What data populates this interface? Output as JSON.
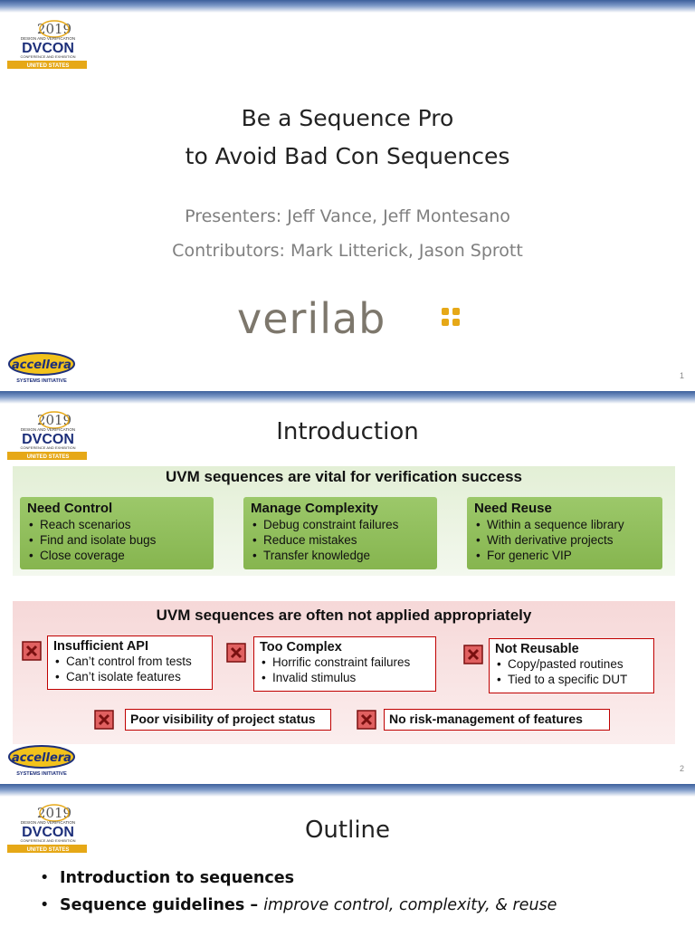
{
  "logos": {
    "dvcon": {
      "year": "2019",
      "line1": "DESIGN AND VERIFICATION",
      "brand": "DVCON",
      "line2": "CONFERENCE AND EXHIBITION",
      "region": "UNITED STATES"
    },
    "accellera": {
      "brand": "accellera",
      "tagline": "SYSTEMS INITIATIVE"
    },
    "verilab": {
      "brand": "verilab"
    }
  },
  "slide1": {
    "title_line1": "Be a Sequence Pro",
    "title_line2": "to Avoid Bad Con Sequences",
    "presenters": "Presenters: Jeff Vance, Jeff Montesano",
    "contributors": "Contributors: Mark Litterick, Jason Sprott",
    "page": "1"
  },
  "slide2": {
    "title": "Introduction",
    "good_heading": "UVM sequences are vital for verification success",
    "good_boxes": [
      {
        "title": "Need Control",
        "items": [
          "Reach scenarios",
          "Find and isolate bugs",
          "Close coverage"
        ]
      },
      {
        "title": "Manage Complexity",
        "items": [
          "Debug constraint failures",
          "Reduce mistakes",
          "Transfer knowledge"
        ]
      },
      {
        "title": "Need Reuse",
        "items": [
          "Within a sequence library",
          "With derivative projects",
          "For generic VIP"
        ]
      }
    ],
    "bad_heading": "UVM sequences are often not applied appropriately",
    "bad_boxes": [
      {
        "title": "Insufficient API",
        "items": [
          "Can’t control from tests",
          "Can’t isolate features"
        ]
      },
      {
        "title": "Too Complex",
        "items": [
          "Horrific constraint failures",
          "Invalid stimulus"
        ]
      },
      {
        "title": "Not Reusable",
        "items": [
          "Copy/pasted routines",
          "Tied to a specific DUT"
        ]
      }
    ],
    "bad_singles": [
      "Poor visibility of project status",
      "No risk-management of features"
    ],
    "page": "2"
  },
  "slide3": {
    "title": "Outline",
    "bullets": [
      {
        "bold": "Introduction to sequences",
        "italic": ""
      },
      {
        "bold": "Sequence guidelines – ",
        "italic": "improve control, complexity, & reuse"
      }
    ]
  },
  "colors": {
    "bar": "#3c5f9c",
    "green_box": "#8fbd5a",
    "red_border": "#c00000",
    "dvcon_gold": "#e6a817",
    "dvcon_blue": "#1d2f7a"
  }
}
